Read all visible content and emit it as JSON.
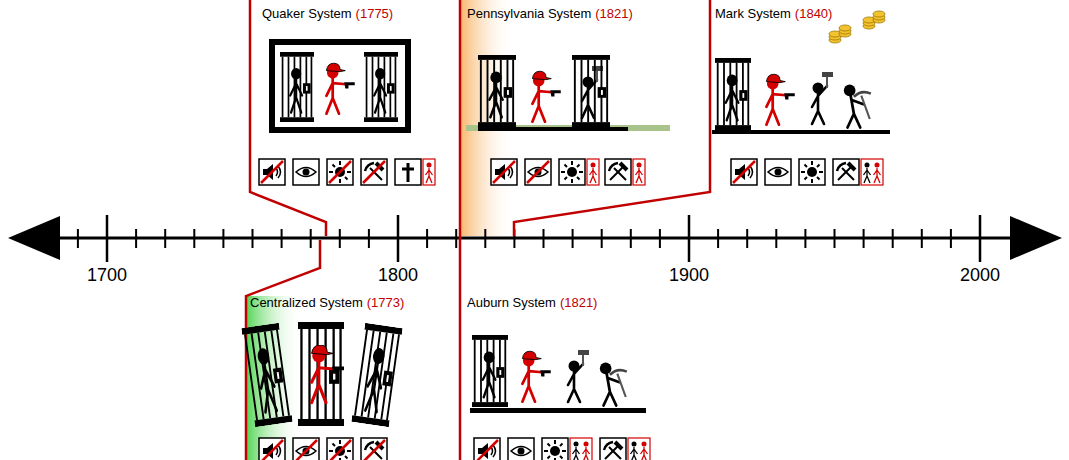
{
  "diagram": {
    "nodes": [
      {
        "text": [
          "Quaker System",
          "(1775)"
        ]
      },
      {
        "text": [
          "Pennsylvania System",
          "(1821)"
        ]
      },
      {
        "text": [
          "Mark System",
          "(1840)"
        ]
      },
      {
        "text": [
          "Centralized System",
          "(1773)"
        ]
      },
      {
        "text": [
          "Auburn System",
          "(1821)"
        ]
      }
    ],
    "labels": [
      "1700",
      "1800",
      "1900",
      "2000"
    ]
  }
}
